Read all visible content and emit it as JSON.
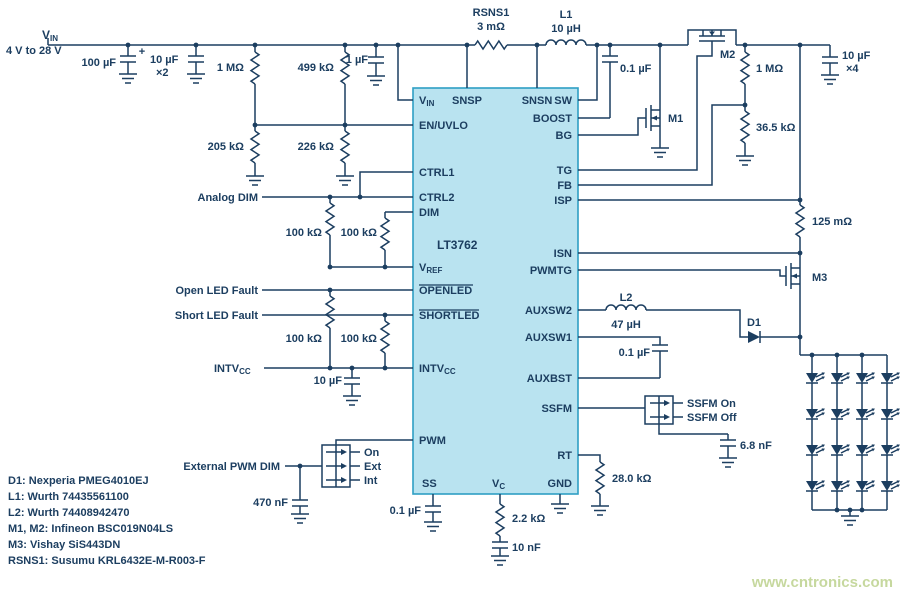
{
  "colors": {
    "wire": "#1c3e60",
    "ic_fill": "#b9e3f0",
    "ic_border": "#2e9fc4",
    "watermark": "#c6d89e"
  },
  "source": {
    "v": "V",
    "v_sub": "IN",
    "range": "4 V to 28 V"
  },
  "ic": {
    "name": "LT3762",
    "pins": {
      "vin": "V",
      "vin_sub": "IN",
      "en_uvlo": "EN/UVLO",
      "ctrl1": "CTRL1",
      "ctrl2": "CTRL2",
      "dim": "DIM",
      "vref": "V",
      "vref_sub": "REF",
      "openled": "OPENLED",
      "shortled": "SHORTLED",
      "intvcc": "INTV",
      "intvcc_sub": "CC",
      "pwm": "PWM",
      "ss": "SS",
      "snsp": "SNSP",
      "snsn": "SNSN",
      "sw": "SW",
      "boost": "BOOST",
      "bg": "BG",
      "tg": "TG",
      "fb": "FB",
      "isp": "ISP",
      "isn": "ISN",
      "pwmtg": "PWMTG",
      "auxsw2": "AUXSW2",
      "auxsw1": "AUXSW1",
      "auxbst": "AUXBST",
      "ssfm": "SSFM",
      "rt": "RT",
      "gnd": "GND",
      "vc": "V",
      "vc_sub": "C"
    }
  },
  "components": {
    "c_in_bulk": "100 µF",
    "plus": "+",
    "c_in_cer": "10 µF",
    "c_in_cer_qty": "×2",
    "r_uvlo_top": "1 MΩ",
    "r_uvlo_bot": "205 kΩ",
    "r_en_top": "499 kΩ",
    "r_en_bot": "226 kΩ",
    "c_vin": "1 µF",
    "rsns1": "RSNS1",
    "rsns1_val": "3 mΩ",
    "l1": "L1",
    "l1_val": "10 µH",
    "m2": "M2",
    "c_boost": "0.1 µF",
    "m1": "M1",
    "r_fb_top": "1 MΩ",
    "r_fb_bot": "36.5 kΩ",
    "c_out": "10 µF",
    "c_out_qty": "×4",
    "r_isns": "125 mΩ",
    "m3": "M3",
    "d1": "D1",
    "l2": "L2",
    "l2_val": "47 µH",
    "c_aux": "0.1 µF",
    "c_ssfm": "6.8 nF",
    "r_rt": "28.0 kΩ",
    "r_dim_a": "100 kΩ",
    "r_dim_b": "100 kΩ",
    "r_pull_a": "100 kΩ",
    "r_pull_b": "100 kΩ",
    "c_intvcc": "10 µF",
    "c_pwm": "470 nF",
    "c_ss": "0.1 µF",
    "r_vc": "2.2 kΩ",
    "c_vc": "10 nF"
  },
  "io_labels": {
    "analog_dim": "Analog DIM",
    "open_led_fault": "Open LED Fault",
    "short_led_fault": "Short LED Fault",
    "intvcc": "INTV",
    "intvcc_sub": "CC",
    "ext_pwm_dim": "External PWM DIM"
  },
  "switches": {
    "pwm": {
      "on": "On",
      "ext": "Ext",
      "int": "Int"
    },
    "ssfm": {
      "on": "SSFM On",
      "off": "SSFM Off"
    }
  },
  "notes": [
    "D1: Nexperia PMEG4010EJ",
    "L1: Wurth 74435561100",
    "L2: Wurth 74408942470",
    "M1, M2: Infineon BSC019N04LS",
    "M3: Vishay SiS443DN",
    "RSNS1: Susumu KRL6432E-M-R003-F"
  ],
  "watermark": "www.cntronics.com"
}
